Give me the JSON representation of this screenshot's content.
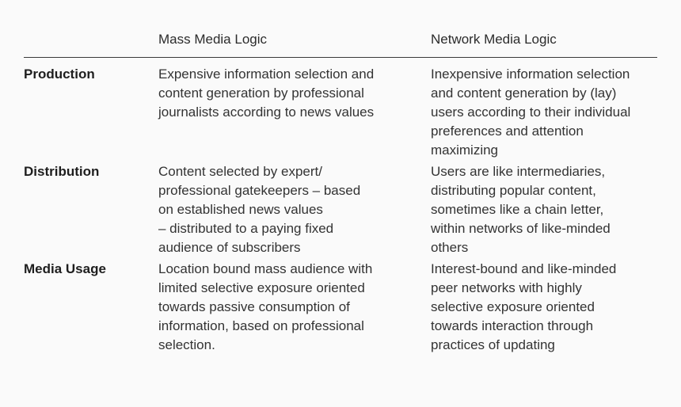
{
  "table": {
    "headers": {
      "mass": "Mass Media Logic",
      "network": "Network Media Logic"
    },
    "rows": [
      {
        "label": "Production",
        "mass": [
          "Expensive information selection and",
          "content generation by professional",
          "journalists according to news values"
        ],
        "network": [
          "Inexpensive information selection",
          "and content generation by (lay)",
          "users according to their individual",
          "preferences and attention",
          "maximizing"
        ]
      },
      {
        "label": "Distribution",
        "mass": [
          "Content selected by expert/",
          "professional gatekeepers – based",
          "on established news values",
          "– distributed to a paying fixed",
          "audience of subscribers"
        ],
        "network": [
          "Users are like intermediaries,",
          "distributing popular content,",
          "sometimes like a chain letter,",
          "within networks of like-minded",
          "others"
        ]
      },
      {
        "label": "Media Usage",
        "mass": [
          "Location bound mass audience with",
          "limited selective exposure oriented",
          "towards passive consumption of",
          "information, based on professional",
          "selection."
        ],
        "network": [
          "Interest-bound and like-minded",
          "peer networks with highly",
          "selective exposure oriented",
          "towards interaction through",
          "practices of updating"
        ]
      }
    ]
  }
}
